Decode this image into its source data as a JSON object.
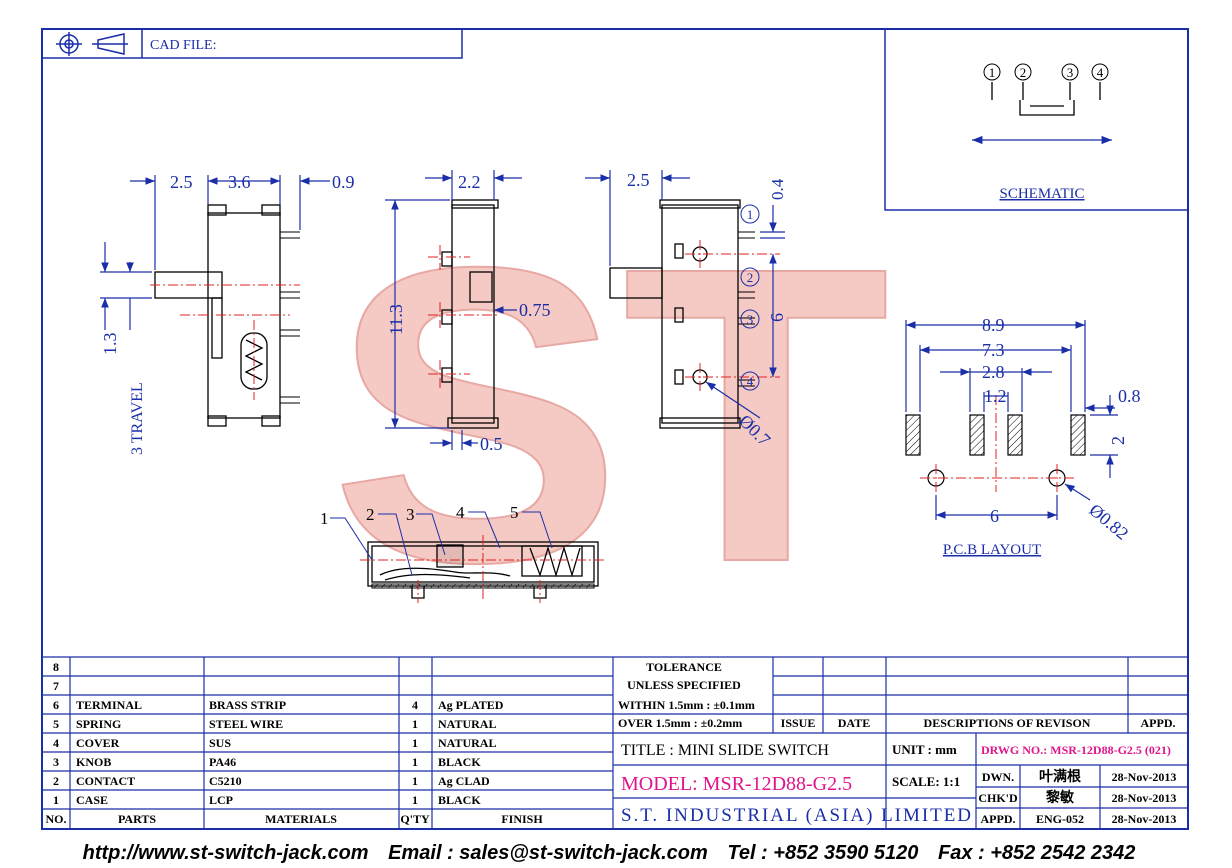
{
  "header": {
    "cad_file": "CAD FILE:"
  },
  "schematic": {
    "label": "SCHEMATIC",
    "terminals": [
      "1",
      "2",
      "3",
      "4"
    ]
  },
  "side_view": {
    "dims": [
      "2.5",
      "3.6",
      "0.9"
    ],
    "vertical": "1.3",
    "travel": "3 TRAVEL"
  },
  "front_view": {
    "dims": [
      "2.2",
      "11.3",
      "0.75",
      "0.5"
    ]
  },
  "right_view": {
    "dims": [
      "2.5",
      "0.4",
      "6",
      "Ø0.7"
    ],
    "terminals": [
      "1",
      "2",
      "3",
      "4"
    ]
  },
  "pcb": {
    "label": "P.C.B LAYOUT",
    "dims": [
      "8.9",
      "7.3",
      "2.8",
      "1.2",
      "0.8",
      "2",
      "6",
      "Ø0.82"
    ]
  },
  "section": {
    "callouts": [
      "1",
      "2",
      "3",
      "4",
      "5"
    ]
  },
  "watermark": "ST",
  "bom": {
    "rows": [
      {
        "no": "8",
        "part": "",
        "material": "",
        "qty": "",
        "finish": ""
      },
      {
        "no": "7",
        "part": "",
        "material": "",
        "qty": "",
        "finish": ""
      },
      {
        "no": "6",
        "part": "TERMINAL",
        "material": "BRASS STRIP",
        "qty": "4",
        "finish": "Ag PLATED"
      },
      {
        "no": "5",
        "part": "SPRING",
        "material": "STEEL WIRE",
        "qty": "1",
        "finish": "NATURAL"
      },
      {
        "no": "4",
        "part": "COVER",
        "material": "SUS",
        "qty": "1",
        "finish": "NATURAL"
      },
      {
        "no": "3",
        "part": "KNOB",
        "material": "PA46",
        "qty": "1",
        "finish": "BLACK"
      },
      {
        "no": "2",
        "part": "CONTACT",
        "material": "C5210",
        "qty": "1",
        "finish": "Ag CLAD"
      },
      {
        "no": "1",
        "part": "CASE",
        "material": "LCP",
        "qty": "1",
        "finish": "BLACK"
      }
    ],
    "headers": {
      "no": "NO.",
      "part": "PARTS",
      "material": "MATERIALS",
      "qty": "Q'TY",
      "finish": "FINISH"
    }
  },
  "tolerance": {
    "line1": "TOLERANCE",
    "line2": "UNLESS   SPECIFIED",
    "line3": "WITHIN  1.5mm : ±0.1mm",
    "line4": "OVER   1.5mm : ±0.2mm"
  },
  "revision": {
    "issue": "ISSUE",
    "date": "DATE",
    "desc": "DESCRIPTIONS  OF  REVISON",
    "appd": "APPD."
  },
  "title_block": {
    "title": "TITLE : MINI SLIDE SWITCH",
    "unit": "UNIT :  mm",
    "drwg": "DRWG NO.: MSR-12D88-G2.5 (021)",
    "model": "MODEL: MSR-12D88-G2.5",
    "scale": "SCALE:  1:1",
    "company": "S.T. INDUSTRIAL (ASIA) LIMITED",
    "dwn_label": "DWN.",
    "dwn_name": "叶满根",
    "dwn_date": "28-Nov-2013",
    "chk_label": "CHK'D",
    "chk_name": "黎敏",
    "chk_date": "28-Nov-2013",
    "appd_label": "APPD.",
    "appd_name": "ENG-052",
    "appd_date": "28-Nov-2013"
  },
  "footer": {
    "web": "http://www.st-switch-jack.com",
    "email": "Email : sales@st-switch-jack.com",
    "tel": "Tel : +852 3590 5120",
    "fax": "Fax : +852 2542 2342"
  },
  "colors": {
    "frame": "#1a2ea8",
    "dim": "#1a2ea8",
    "center": "#e02020",
    "magenta": "#e0158a",
    "watermark": "#f2b5b0"
  }
}
